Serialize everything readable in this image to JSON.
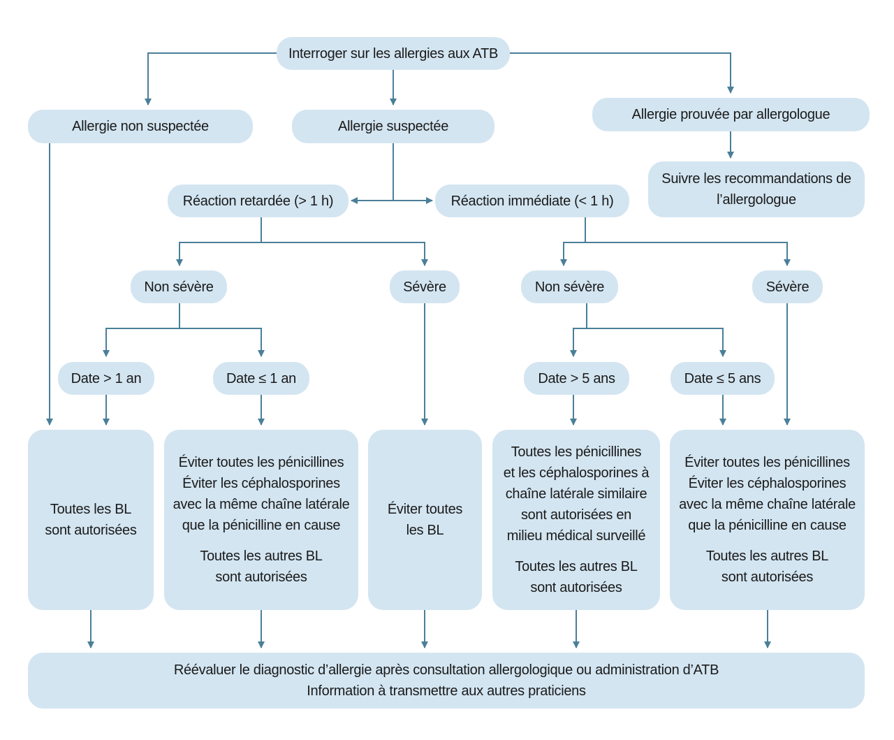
{
  "colors": {
    "box_fill": "#d3e5f1",
    "arrow": "#4a7f99",
    "text": "#1a1a1a"
  },
  "nodes": {
    "root": "Interroger sur les allergies aux ATB",
    "non_suspectee": "Allergie non suspectée",
    "suspectee": "Allergie suspectée",
    "prouvee": "Allergie prouvée par allergologue",
    "suivre": [
      "Suivre les recommandations de",
      "l’allergologue"
    ],
    "retardee": "Réaction retardée (> 1 h)",
    "immediate": "Réaction immédiate (< 1 h)",
    "non_severe_left": "Non sévère",
    "severe_left": "Sévère",
    "non_severe_right": "Non sévère",
    "severe_right": "Sévère",
    "date_gt1": "Date > 1 an",
    "date_le1": "Date ≤ 1 an",
    "date_gt5": "Date > 5 ans",
    "date_le5": "Date ≤ 5 ans",
    "outcome1": [
      "Toutes les BL",
      "sont autorisées"
    ],
    "outcome2": {
      "block1": [
        "Éviter toutes les pénicillines",
        "Éviter les céphalosporines",
        "avec la même chaîne latérale",
        "que la pénicilline en cause"
      ],
      "block2": [
        "Toutes les autres BL",
        "sont autorisées"
      ]
    },
    "outcome3": [
      "Éviter toutes",
      "les BL"
    ],
    "outcome4": {
      "block1": [
        "Toutes les pénicillines",
        "et les céphalosporines à",
        "chaîne latérale similaire",
        "sont autorisées en",
        "milieu médical surveillé"
      ],
      "block2": [
        "Toutes les autres BL",
        "sont autorisées"
      ]
    },
    "outcome5": {
      "block1": [
        "Éviter toutes les pénicillines",
        "Éviter les céphalosporines",
        "avec la même chaîne latérale",
        "que la pénicilline en cause"
      ],
      "block2": [
        "Toutes les autres BL",
        "sont autorisées"
      ]
    },
    "final": [
      "Réévaluer le diagnostic d’allergie après consultation allergologique ou administration d’ATB",
      "Information à transmettre aux autres praticiens"
    ]
  }
}
